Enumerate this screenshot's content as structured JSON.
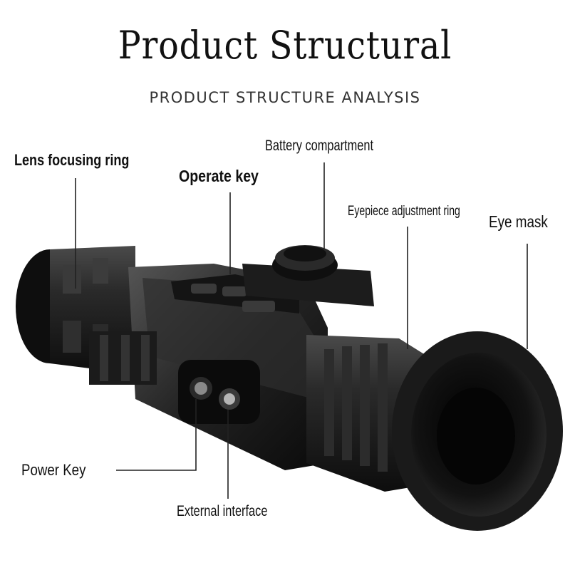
{
  "title": "Product Structural",
  "subtitle": "PRODUCT STRUCTURE ANALYSIS",
  "labels": {
    "lens_focusing_ring": "Lens focusing ring",
    "operate_key": "Operate key",
    "battery_compartment": "Battery compartment",
    "eyepiece_adjustment_ring": "Eyepiece adjustment ring",
    "eye_mask": "Eye mask",
    "power_key": "Power Key",
    "external_interface": "External interface"
  },
  "colors": {
    "background": "#ffffff",
    "text": "#111111",
    "device": "#1a1a1a",
    "leader_line": "#222222"
  }
}
